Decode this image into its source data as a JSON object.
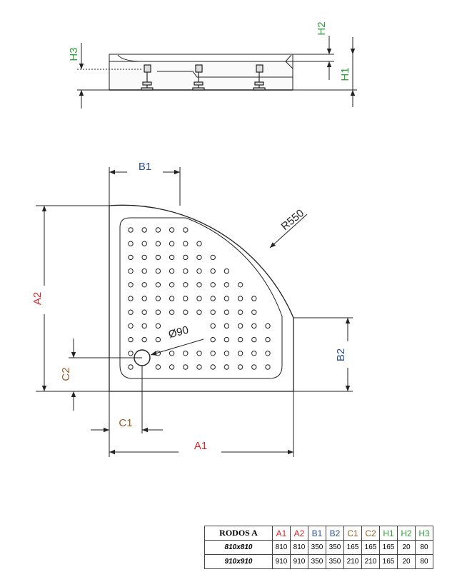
{
  "labels": {
    "a1": "A1",
    "a2": "A2",
    "b1": "B1",
    "b2": "B2",
    "c1": "C1",
    "c2": "C2",
    "h1": "H1",
    "h2": "H2",
    "h3": "H3",
    "radius": "R550",
    "drain": "Ø90"
  },
  "colors": {
    "a": "#d7262b",
    "b": "#2b4f9e",
    "c": "#9a5a22",
    "h": "#2ea13a",
    "line": "#222222"
  },
  "table": {
    "model": "RODOS A",
    "headers": [
      "A1",
      "A2",
      "B1",
      "B2",
      "C1",
      "C2",
      "H1",
      "H2",
      "H3"
    ],
    "header_colors": [
      "#d7262b",
      "#d7262b",
      "#2b4f9e",
      "#2b4f9e",
      "#9a5a22",
      "#9a5a22",
      "#2ea13a",
      "#2ea13a",
      "#2ea13a"
    ],
    "rows": [
      {
        "size": "810x810",
        "values": [
          "810",
          "810",
          "350",
          "350",
          "165",
          "165",
          "165",
          "20",
          "80"
        ]
      },
      {
        "size": "910x910",
        "values": [
          "910",
          "910",
          "350",
          "350",
          "210",
          "210",
          "165",
          "20",
          "80"
        ]
      }
    ]
  }
}
